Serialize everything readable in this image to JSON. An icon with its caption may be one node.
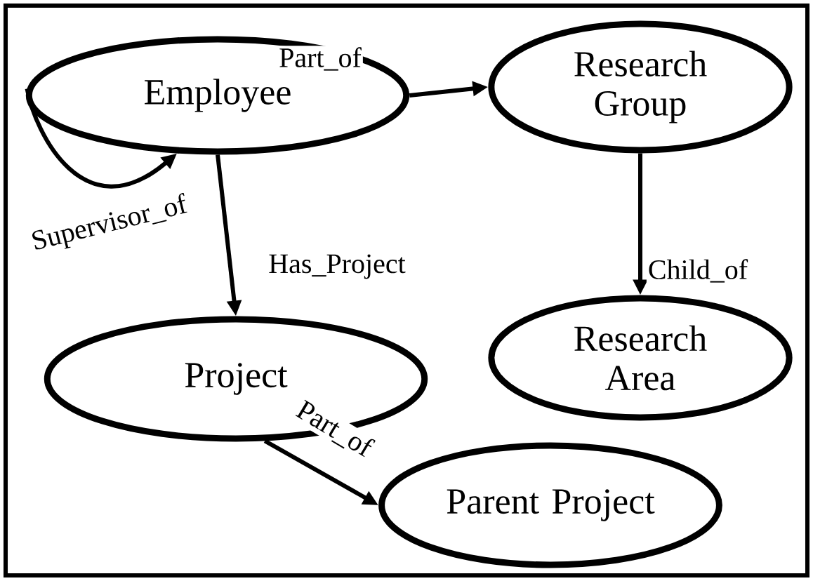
{
  "diagram": {
    "nodes": [
      {
        "text": [
          "Employee"
        ]
      },
      {
        "text": [
          "Research Group"
        ]
      },
      {
        "text": [
          "Project"
        ]
      },
      {
        "text": [
          "Research Area"
        ]
      },
      {
        "text": [
          "Parent Project"
        ]
      }
    ],
    "edges": [
      {
        "from": 0,
        "to": 0,
        "label": "Supervisor_of",
        "arrow": "to"
      },
      {
        "from": 0,
        "to": 1,
        "label": "Part_of",
        "arrow": "to"
      },
      {
        "from": 0,
        "to": 2,
        "label": "Has_Project",
        "arrow": "to"
      },
      {
        "from": 1,
        "to": 3,
        "label": "Child_of",
        "arrow": "to"
      },
      {
        "from": 2,
        "to": 4,
        "label": "Part_of",
        "arrow": "to"
      }
    ]
  }
}
